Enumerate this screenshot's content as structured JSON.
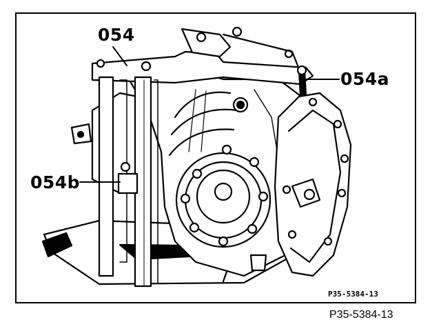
{
  "callouts": {
    "bracket": "054",
    "bracket_screw": "054a",
    "support_leg": "054b"
  },
  "figure_code_inner": "P35-5384-13",
  "figure_code_outer": "P35-5384-13",
  "colors": {
    "line": "#000000",
    "background": "#ffffff"
  }
}
